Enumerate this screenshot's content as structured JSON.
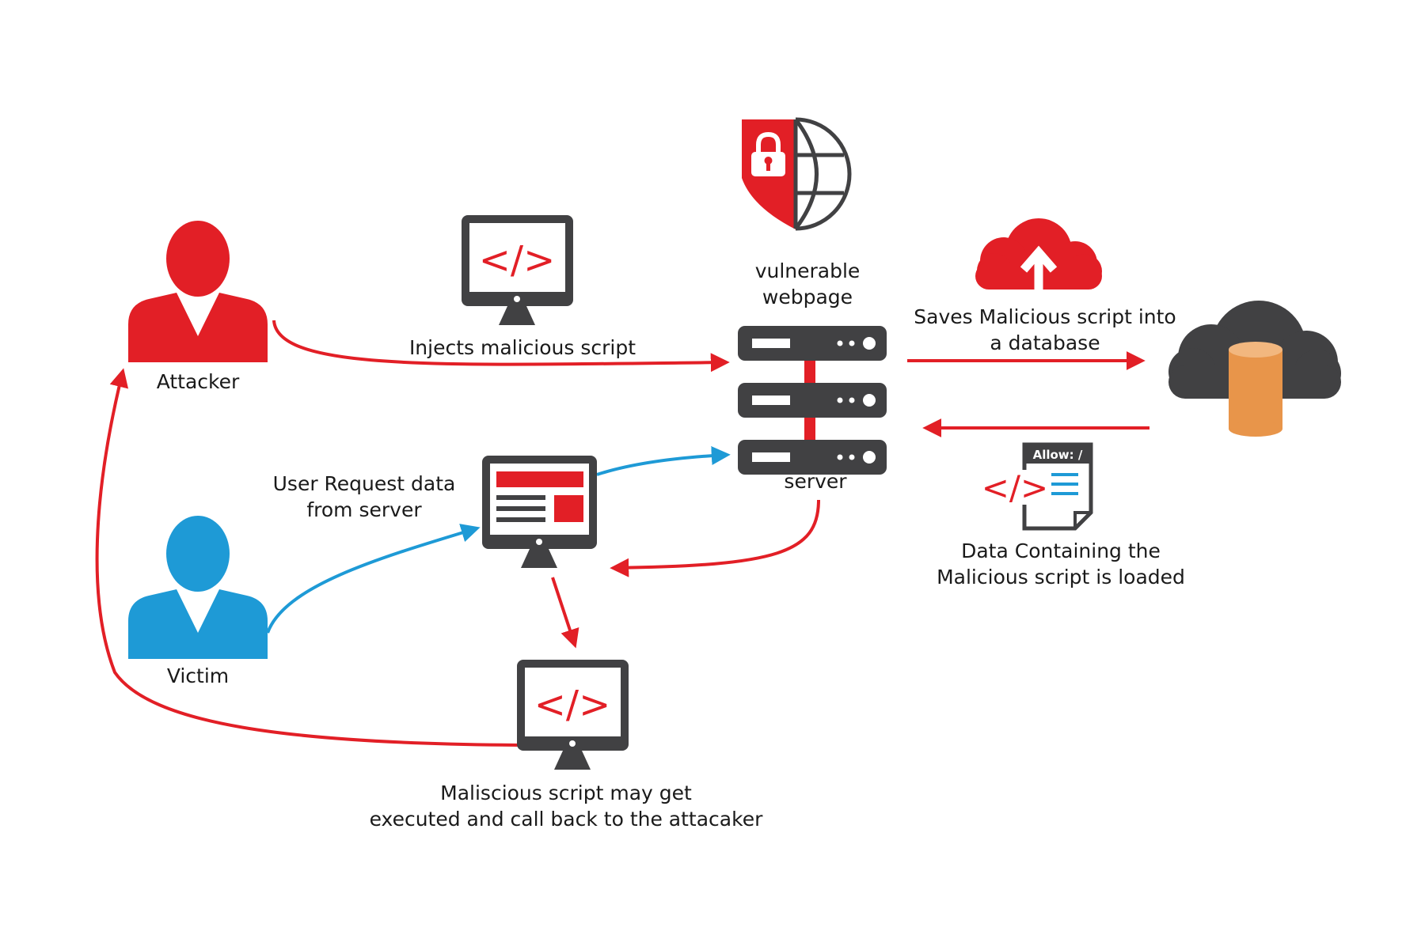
{
  "nodes": {
    "attacker": {
      "label": "Attacker"
    },
    "victim": {
      "label": "Victim"
    },
    "webpage": {
      "label_line1": "vulnerable",
      "label_line2": "webpage"
    },
    "server": {
      "label": "server"
    },
    "database": {
      "label": ""
    }
  },
  "edges": {
    "inject": {
      "label": "Injects malicious script"
    },
    "save": {
      "label_line1": "Saves Malicious script into",
      "label_line2": "a database"
    },
    "load": {
      "label_line1": "Data Containing the",
      "label_line2": "Malicious script is loaded"
    },
    "request": {
      "label_line1": "User Request data",
      "label_line2": "from server"
    },
    "execute": {
      "label_line1": "Maliscious script may get",
      "label_line2": "executed and call back to the attacaker"
    }
  },
  "icons": {
    "code_symbol": "</>",
    "file_header": "Allow: /"
  },
  "colors": {
    "red": "#e21f26",
    "blue": "#1e9ad6",
    "dark": "#414143",
    "orange": "#e8954a",
    "white": "#ffffff"
  }
}
